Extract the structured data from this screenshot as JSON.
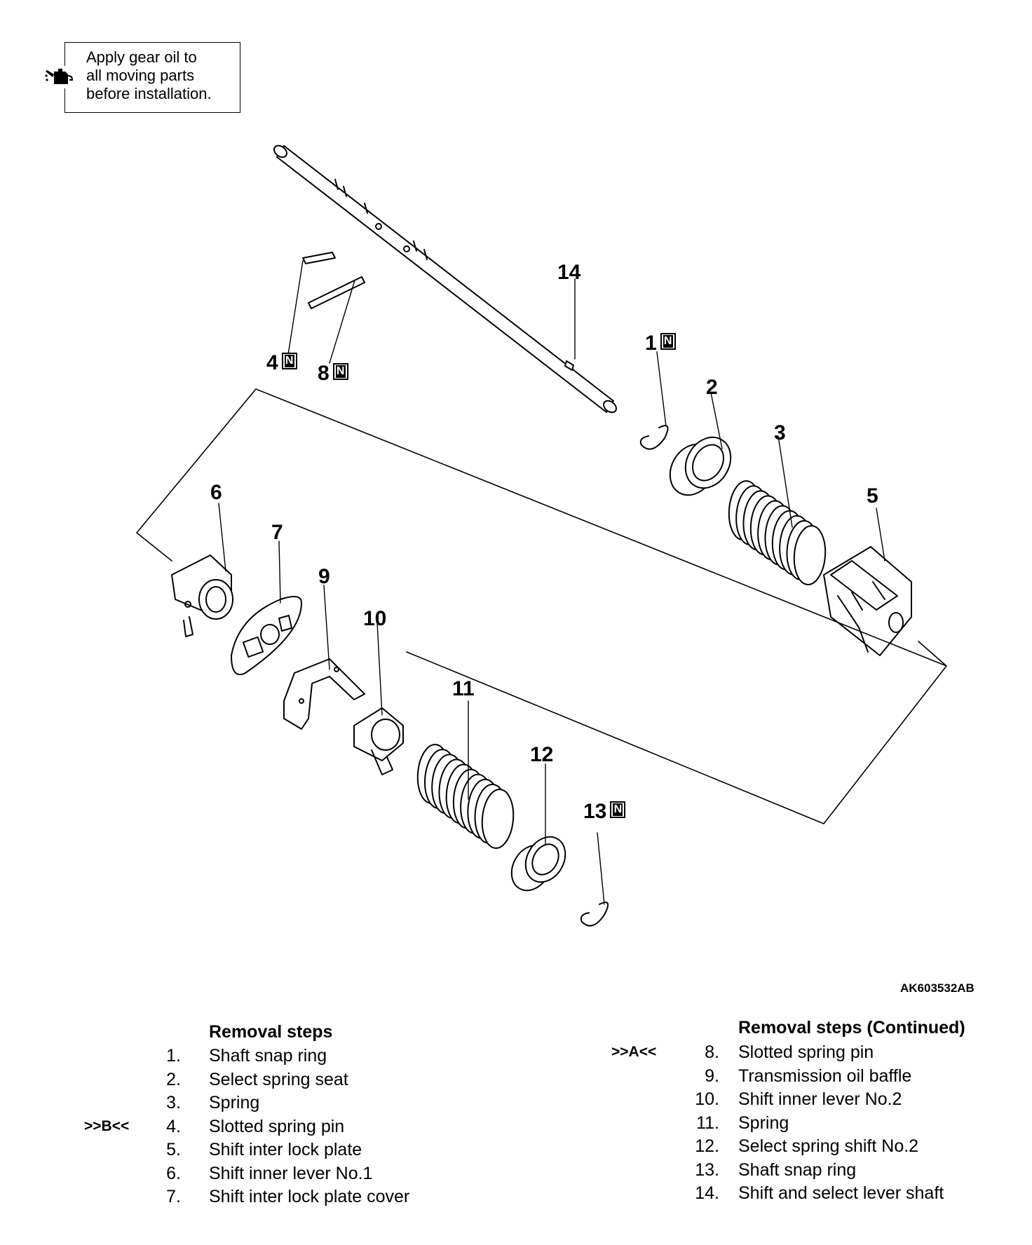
{
  "note": {
    "lines": [
      "Apply gear oil to",
      "all moving parts",
      "before installation."
    ],
    "icon": "oil-can-icon"
  },
  "callouts": [
    {
      "label": "14",
      "new_part": false
    },
    {
      "label": "1",
      "new_part": true
    },
    {
      "label": "2",
      "new_part": false
    },
    {
      "label": "3",
      "new_part": false
    },
    {
      "label": "4",
      "new_part": true
    },
    {
      "label": "8",
      "new_part": true
    },
    {
      "label": "5",
      "new_part": false
    },
    {
      "label": "6",
      "new_part": false
    },
    {
      "label": "7",
      "new_part": false
    },
    {
      "label": "9",
      "new_part": false
    },
    {
      "label": "10",
      "new_part": false
    },
    {
      "label": "11",
      "new_part": false
    },
    {
      "label": "12",
      "new_part": false
    },
    {
      "label": "13",
      "new_part": true
    }
  ],
  "new_part_mark": "N",
  "reference_code": "AK603532AB",
  "removal_steps": {
    "heading": "Removal steps",
    "items": [
      {
        "mark": "",
        "number": "1.",
        "text": "Shaft snap ring"
      },
      {
        "mark": "",
        "number": "2.",
        "text": "Select spring seat"
      },
      {
        "mark": "",
        "number": "3.",
        "text": "Spring"
      },
      {
        "mark": ">>B<<",
        "number": "4.",
        "text": "Slotted spring pin"
      },
      {
        "mark": "",
        "number": "5.",
        "text": "Shift inter lock plate"
      },
      {
        "mark": "",
        "number": "6.",
        "text": "Shift inner lever No.1"
      },
      {
        "mark": "",
        "number": "7.",
        "text": "Shift inter lock plate cover"
      }
    ]
  },
  "removal_steps_continued": {
    "heading": "Removal steps (Continued)",
    "items": [
      {
        "mark": ">>A<<",
        "number": "8.",
        "text": "Slotted spring pin"
      },
      {
        "mark": "",
        "number": "9.",
        "text": "Transmission oil baffle"
      },
      {
        "mark": "",
        "number": "10.",
        "text": "Shift inner lever No.2"
      },
      {
        "mark": "",
        "number": "11.",
        "text": "Spring"
      },
      {
        "mark": "",
        "number": "12.",
        "text": "Select spring shift No.2"
      },
      {
        "mark": "",
        "number": "13.",
        "text": "Shaft snap ring"
      },
      {
        "mark": "",
        "number": "14.",
        "text": "Shift and select lever shaft"
      }
    ]
  }
}
